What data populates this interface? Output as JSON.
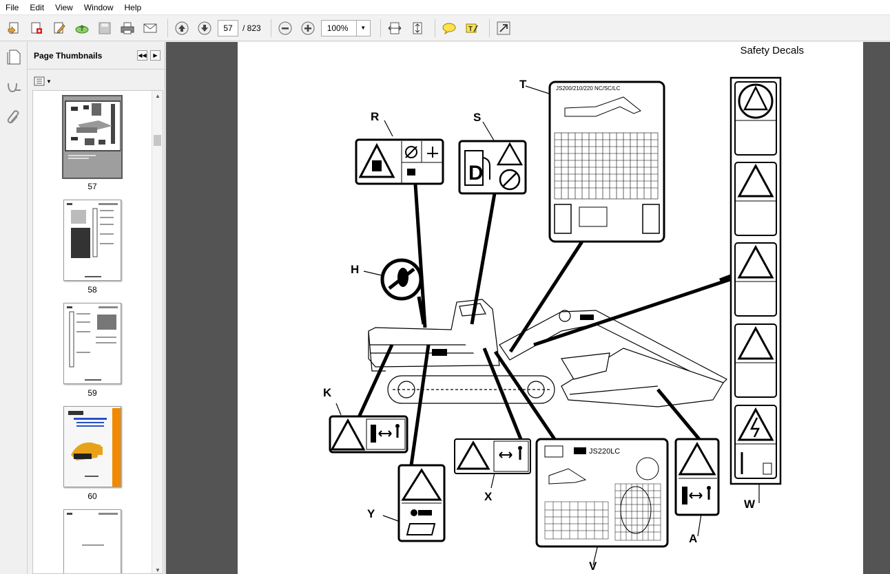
{
  "menu": [
    "File",
    "Edit",
    "View",
    "Window",
    "Help"
  ],
  "toolbar": {
    "current_page": "57",
    "total_pages": "/ 823",
    "zoom": "100%",
    "icons": [
      "create-pdf-icon",
      "create-pdf-from-file-icon",
      "edit-icon",
      "upload-icon",
      "save-icon",
      "print-icon",
      "email-icon",
      "previous-page-icon",
      "next-page-icon",
      "zoom-out-icon",
      "zoom-in-icon",
      "fit-width-icon",
      "fit-page-icon",
      "comment-icon",
      "highlight-icon",
      "expand-icon"
    ]
  },
  "panel": {
    "title": "Page Thumbnails",
    "thumbnails": [
      {
        "label": "57",
        "selected": true
      },
      {
        "label": "58",
        "selected": false
      },
      {
        "label": "59",
        "selected": false
      },
      {
        "label": "60",
        "selected": false
      },
      {
        "label": "",
        "selected": false
      }
    ]
  },
  "document": {
    "heading": "Safety Decals",
    "callouts": [
      "T",
      "R",
      "S",
      "H",
      "K",
      "X",
      "Y",
      "V",
      "A",
      "W"
    ],
    "decal_T_title": "JS200/210/220 NC/SC/LC",
    "decal_V_model": "JS220LC"
  },
  "colors": {
    "accent_orange": "#f08a00",
    "doc_background": "#545454"
  }
}
